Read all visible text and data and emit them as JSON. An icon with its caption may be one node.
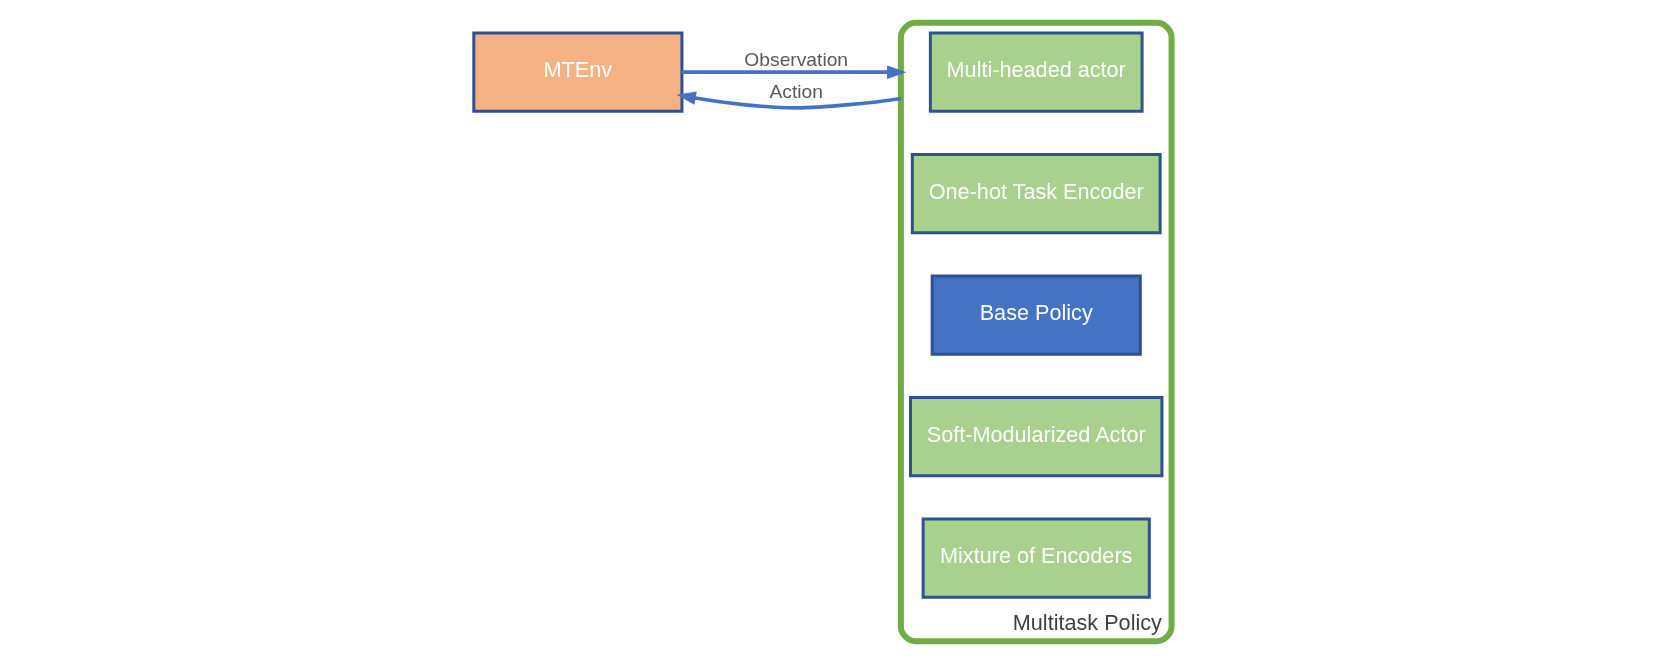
{
  "diagram": {
    "nodes": [
      {
        "text": [
          "MTEnv"
        ]
      },
      {
        "text": [
          "Multitask Policy"
        ]
      },
      {
        "text": [
          "Multi-headed actor"
        ],
        "in": 1
      },
      {
        "text": [
          "One-hot Task Encoder"
        ],
        "in": 1
      },
      {
        "text": [
          "Base Policy"
        ],
        "in": 1
      },
      {
        "text": [
          "Soft-Modularized Actor"
        ],
        "in": 1
      },
      {
        "text": [
          "Mixture of Encoders"
        ],
        "in": 1
      }
    ],
    "edges": [
      {
        "from": 0,
        "to": 1,
        "arrow": "to",
        "label": "Observation"
      },
      {
        "from": 1,
        "to": 0,
        "arrow": "to",
        "label": "Action"
      }
    ]
  }
}
